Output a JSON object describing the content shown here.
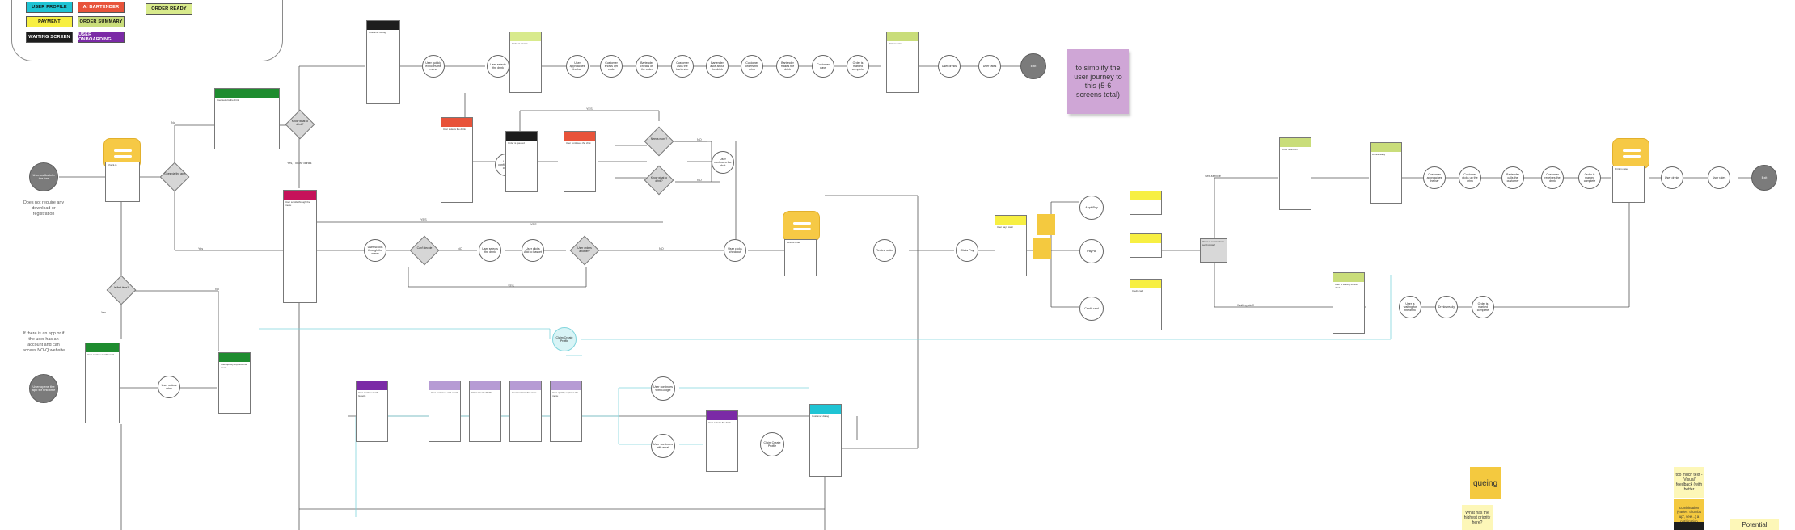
{
  "legend": [
    {
      "label": "USER PROFILE",
      "color": "#1fc4d4"
    },
    {
      "label": "AI BARTENDER",
      "color": "#e8533a"
    },
    {
      "label": "ORDER READY",
      "color": "#d8ea8c"
    },
    {
      "label": "PAYMENT",
      "color": "#f7ef42"
    },
    {
      "label": "ORDER SUMMARY",
      "color": "#c9dd7a"
    },
    {
      "label": "WAITING SCREEN",
      "color": "#1d1d1d"
    },
    {
      "label": "USER ONBOARDING",
      "color": "#7b2aa6"
    }
  ],
  "labels": {
    "yes": "YES",
    "no": "NO",
    "yes_short": "Yes",
    "no_short": "No",
    "yes_know": "Yes, I know drinks",
    "self_service": "Self-service",
    "waiting_staff": "Waiting staff"
  },
  "nodes": {
    "start_1": "User walks into the bar",
    "start_2": "User opens the app for first time",
    "end_1": "Exit",
    "end_2": "Exit",
    "scan": "User scans QR",
    "user_orders_drink": "User orders drink",
    "goes_via_app": "Goes via the app",
    "check_in": "Check-in",
    "first_time": "Is first time?",
    "know_drink": "Know what to drink?",
    "cant_decide": "Can't decide",
    "user_scrolls": "User scrolls through the menu",
    "user_selects": "User selects the drink",
    "user_clicks_add": "User clicks Add to basket",
    "user_orders_another": "User orders another?",
    "user_clicks_checkout": "User clicks checkout",
    "review_order": "Review order",
    "clicks_pay": "Clicks Pay",
    "pays_cash": "User pays cash",
    "user_continues_google": "User continues with Google",
    "user_continues_email": "User continues with email",
    "claim_create": "Claim Create Profile",
    "apple_pay": "ApplePay",
    "paypal": "PayPal",
    "credit_card": "Credit card",
    "order_sent": "Order is sent to bar / serving staff",
    "order_shown": "Order is shown",
    "user_waiting": "User is waiting for the drink",
    "drinks_ready": "Drinks ready",
    "bartender_calls": "Bartender calls the customer",
    "customer_receives": "Customer receives the drink",
    "drink_rated": "Drink is rated",
    "user_rates": "User rates",
    "user_quickly": "User quickly explores the menu",
    "user_selects_2": "User selects the drink",
    "customer_asks": "Customer asks the bartender",
    "bartender_asks": "Bartender asks about the drink",
    "customer_orders": "Customer orders the drink",
    "bartender_makes": "Bartender makes the drink",
    "customer_pays": "Customer pays",
    "order_marked": "Order is marked complete",
    "user_drinks": "User drinks",
    "user_rates_2": "User rates",
    "customer_approaches": "Customer approaches the bar",
    "customer_shows": "Customer shows QR code",
    "bartender_checks": "Bartender checks off the order",
    "order_marked_2": "Order is marked complete",
    "user_approaches_bar": "User approaches the bar",
    "customer_picks": "Customer picks up the drink",
    "order_queue": "Order is queued",
    "needs_more": "Needs more?",
    "no_user_continues": "User continues the chat",
    "user_confirms": "User confirms the order",
    "customer_dialog": "Customer dialog"
  },
  "notes": {
    "qr_note": "Does not require any download or registration",
    "acct_note": "If there is an app or if the user has an account and can access NO-Q website"
  },
  "stickies": {
    "journey": "to simplify the user journey to this (5-6 screens total)",
    "queing": "queing",
    "priority": "What has the highest priority here?",
    "too_much": "too much text - 'Visual' feedback (with better",
    "combination": "combination (varies 'thumbs up', see...) a notification",
    "potential": "Potential"
  }
}
